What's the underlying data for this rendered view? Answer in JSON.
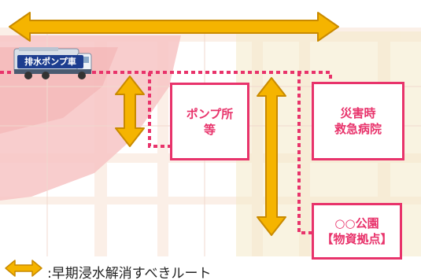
{
  "facilities": {
    "pump_station": "ポンプ所\n等",
    "hospital": "災害時\n救急病院",
    "park": "○○公園\n【物資拠点】"
  },
  "vehicle": {
    "label": "排水ポンプ車"
  },
  "legend": {
    "text": ":早期浸水解消すべきルート"
  },
  "colors": {
    "route_arrow": "#f5b400",
    "route_arrow_stroke": "#c98a00",
    "pump_route": "#e8336b",
    "flood_area": "#f7c9c9",
    "road": "#fdf0e2"
  },
  "icons": [
    "double-arrow-icon",
    "pump-truck-icon",
    "dotted-route-line"
  ]
}
